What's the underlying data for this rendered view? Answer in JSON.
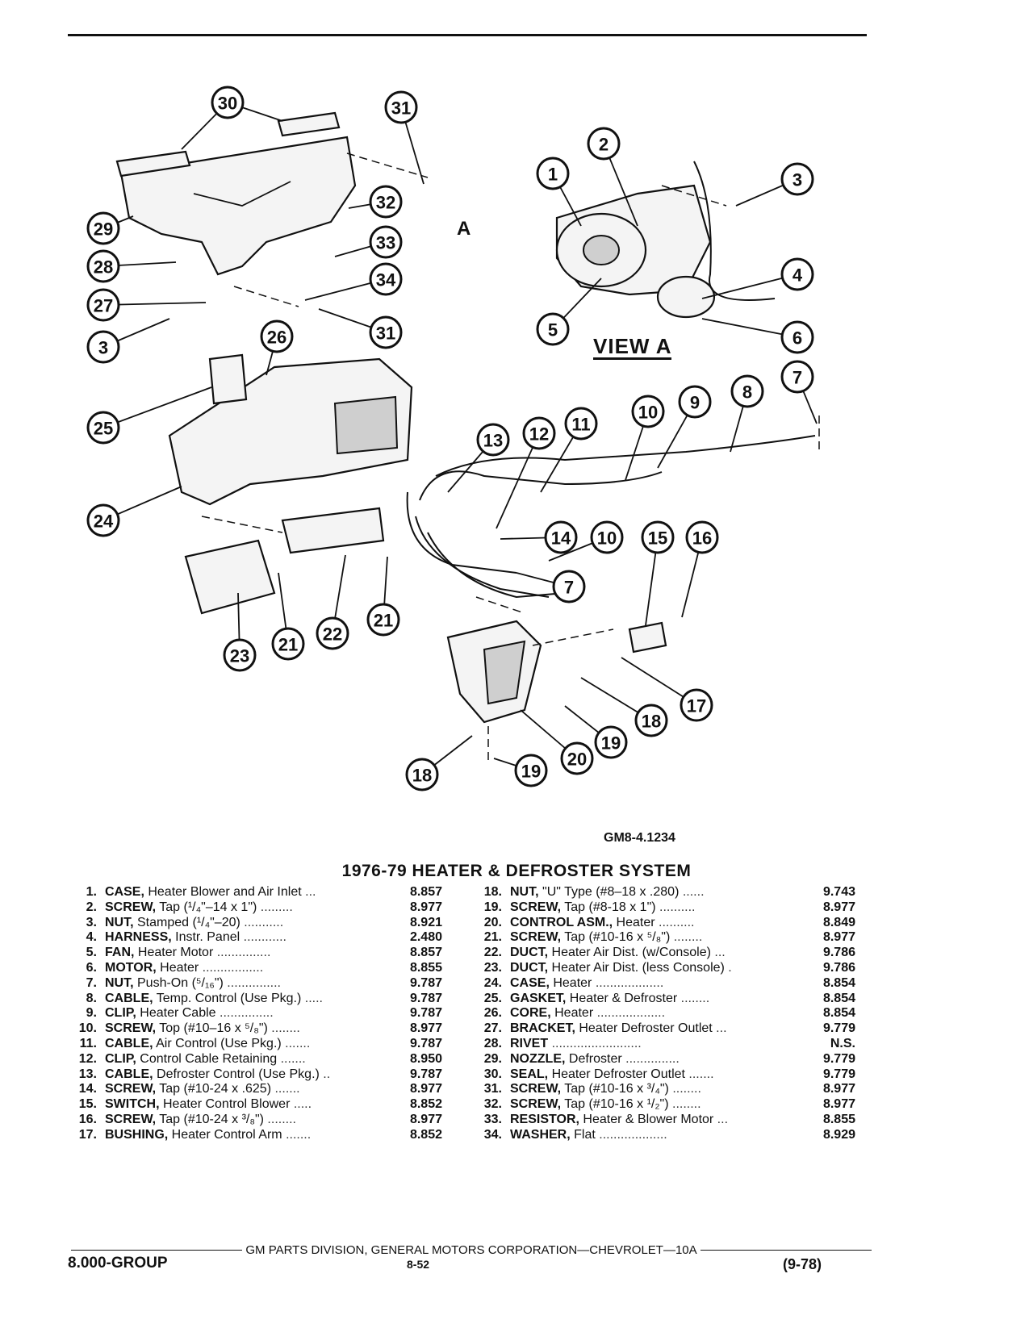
{
  "view_label": "VIEW A",
  "arrow_label": "A",
  "figure_code": "GM8-4.1234",
  "title": "1976-79 HEATER & DEFROSTER SYSTEM",
  "callouts": [
    "30",
    "31",
    "32",
    "33",
    "34",
    "29",
    "28",
    "27",
    "3",
    "31",
    "26",
    "25",
    "24",
    "23",
    "21",
    "22",
    "21",
    "1",
    "2",
    "3",
    "4",
    "5",
    "6",
    "7",
    "8",
    "9",
    "10",
    "11",
    "12",
    "13",
    "14",
    "10",
    "15",
    "16",
    "7",
    "17",
    "18",
    "19",
    "20",
    "18",
    "19"
  ],
  "parts_left": [
    {
      "num": "1.",
      "name": "CASE,",
      "desc": " Heater Blower and Air Inlet",
      "dots": " ...",
      "code": "8.857"
    },
    {
      "num": "2.",
      "name": "SCREW,",
      "desc": " Tap (¹/₄\"–14 x 1\")",
      "dots": " .........",
      "code": "8.977"
    },
    {
      "num": "3.",
      "name": "NUT,",
      "desc": " Stamped (¹/₄\"–20)",
      "dots": " ...........",
      "code": "8.921"
    },
    {
      "num": "4.",
      "name": "HARNESS,",
      "desc": " Instr. Panel",
      "dots": " ............",
      "code": "2.480"
    },
    {
      "num": "5.",
      "name": "FAN,",
      "desc": " Heater Motor",
      "dots": " ...............",
      "code": "8.857"
    },
    {
      "num": "6.",
      "name": "MOTOR,",
      "desc": " Heater",
      "dots": " .................",
      "code": "8.855"
    },
    {
      "num": "7.",
      "name": "NUT,",
      "desc": " Push-On (⁵/₁₆\")",
      "dots": " ...............",
      "code": "9.787"
    },
    {
      "num": "8.",
      "name": "CABLE,",
      "desc": " Temp. Control (Use Pkg.)",
      "dots": " .....",
      "code": "9.787"
    },
    {
      "num": "9.",
      "name": "CLIP,",
      "desc": " Heater Cable",
      "dots": " ...............",
      "code": "9.787"
    },
    {
      "num": "10.",
      "name": "SCREW,",
      "desc": " Top (#10–16 x ⁵/₈\")",
      "dots": " ........",
      "code": "8.977"
    },
    {
      "num": "11.",
      "name": "CABLE,",
      "desc": " Air Control (Use Pkg.)",
      "dots": " .......",
      "code": "9.787"
    },
    {
      "num": "12.",
      "name": "CLIP,",
      "desc": " Control Cable Retaining",
      "dots": " .......",
      "code": "8.950"
    },
    {
      "num": "13.",
      "name": "CABLE,",
      "desc": " Defroster Control (Use Pkg.)",
      "dots": " ..",
      "code": "9.787"
    },
    {
      "num": "14.",
      "name": "SCREW,",
      "desc": " Tap (#10-24 x .625)",
      "dots": " .......",
      "code": "8.977"
    },
    {
      "num": "15.",
      "name": "SWITCH,",
      "desc": " Heater Control Blower",
      "dots": " .....",
      "code": "8.852"
    },
    {
      "num": "16.",
      "name": "SCREW,",
      "desc": " Tap (#10-24 x ³/₈\")",
      "dots": " ........",
      "code": "8.977"
    },
    {
      "num": "17.",
      "name": "BUSHING,",
      "desc": " Heater Control Arm",
      "dots": " .......",
      "code": "8.852"
    }
  ],
  "parts_right": [
    {
      "num": "18.",
      "name": "NUT,",
      "desc": " \"U\" Type (#8–18 x .280)",
      "dots": " ......",
      "code": "9.743"
    },
    {
      "num": "19.",
      "name": "SCREW,",
      "desc": " Tap (#8-18 x 1\")",
      "dots": " ..........",
      "code": "8.977"
    },
    {
      "num": "20.",
      "name": "CONTROL ASM.,",
      "desc": " Heater",
      "dots": " ..........",
      "code": "8.849"
    },
    {
      "num": "21.",
      "name": "SCREW,",
      "desc": " Tap (#10-16 x ⁵/₈\")",
      "dots": " ........",
      "code": "8.977"
    },
    {
      "num": "22.",
      "name": "DUCT,",
      "desc": " Heater Air Dist. (w/Console)",
      "dots": " ...",
      "code": "9.786"
    },
    {
      "num": "23.",
      "name": "DUCT,",
      "desc": " Heater Air Dist. (less Console)",
      "dots": " .",
      "code": "9.786"
    },
    {
      "num": "24.",
      "name": "CASE,",
      "desc": " Heater",
      "dots": " ...................",
      "code": "8.854"
    },
    {
      "num": "25.",
      "name": "GASKET,",
      "desc": " Heater & Defroster",
      "dots": " ........",
      "code": "8.854"
    },
    {
      "num": "26.",
      "name": "CORE,",
      "desc": " Heater",
      "dots": " ...................",
      "code": "8.854"
    },
    {
      "num": "27.",
      "name": "BRACKET,",
      "desc": " Heater Defroster Outlet",
      "dots": " ...",
      "code": "9.779"
    },
    {
      "num": "28.",
      "name": "RIVET",
      "desc": "",
      "dots": " .........................",
      "code": "N.S."
    },
    {
      "num": "29.",
      "name": "NOZZLE,",
      "desc": " Defroster",
      "dots": " ...............",
      "code": "9.779"
    },
    {
      "num": "30.",
      "name": "SEAL,",
      "desc": " Heater Defroster Outlet",
      "dots": " .......",
      "code": "9.779"
    },
    {
      "num": "31.",
      "name": "SCREW,",
      "desc": " Tap (#10-16 x ³/₄\")",
      "dots": " ........",
      "code": "8.977"
    },
    {
      "num": "32.",
      "name": "SCREW,",
      "desc": " Tap (#10-16 x ¹/₂\")",
      "dots": " ........",
      "code": "8.977"
    },
    {
      "num": "33.",
      "name": "RESISTOR,",
      "desc": " Heater & Blower Motor",
      "dots": " ...",
      "code": "8.855"
    },
    {
      "num": "34.",
      "name": "WASHER,",
      "desc": " Flat",
      "dots": " ...................",
      "code": "8.929"
    }
  ],
  "footer": {
    "division": "GM PARTS DIVISION, GENERAL MOTORS CORPORATION—CHEVROLET—10A",
    "group": "8.000-GROUP",
    "page": "8-52",
    "date": "(9-78)"
  }
}
